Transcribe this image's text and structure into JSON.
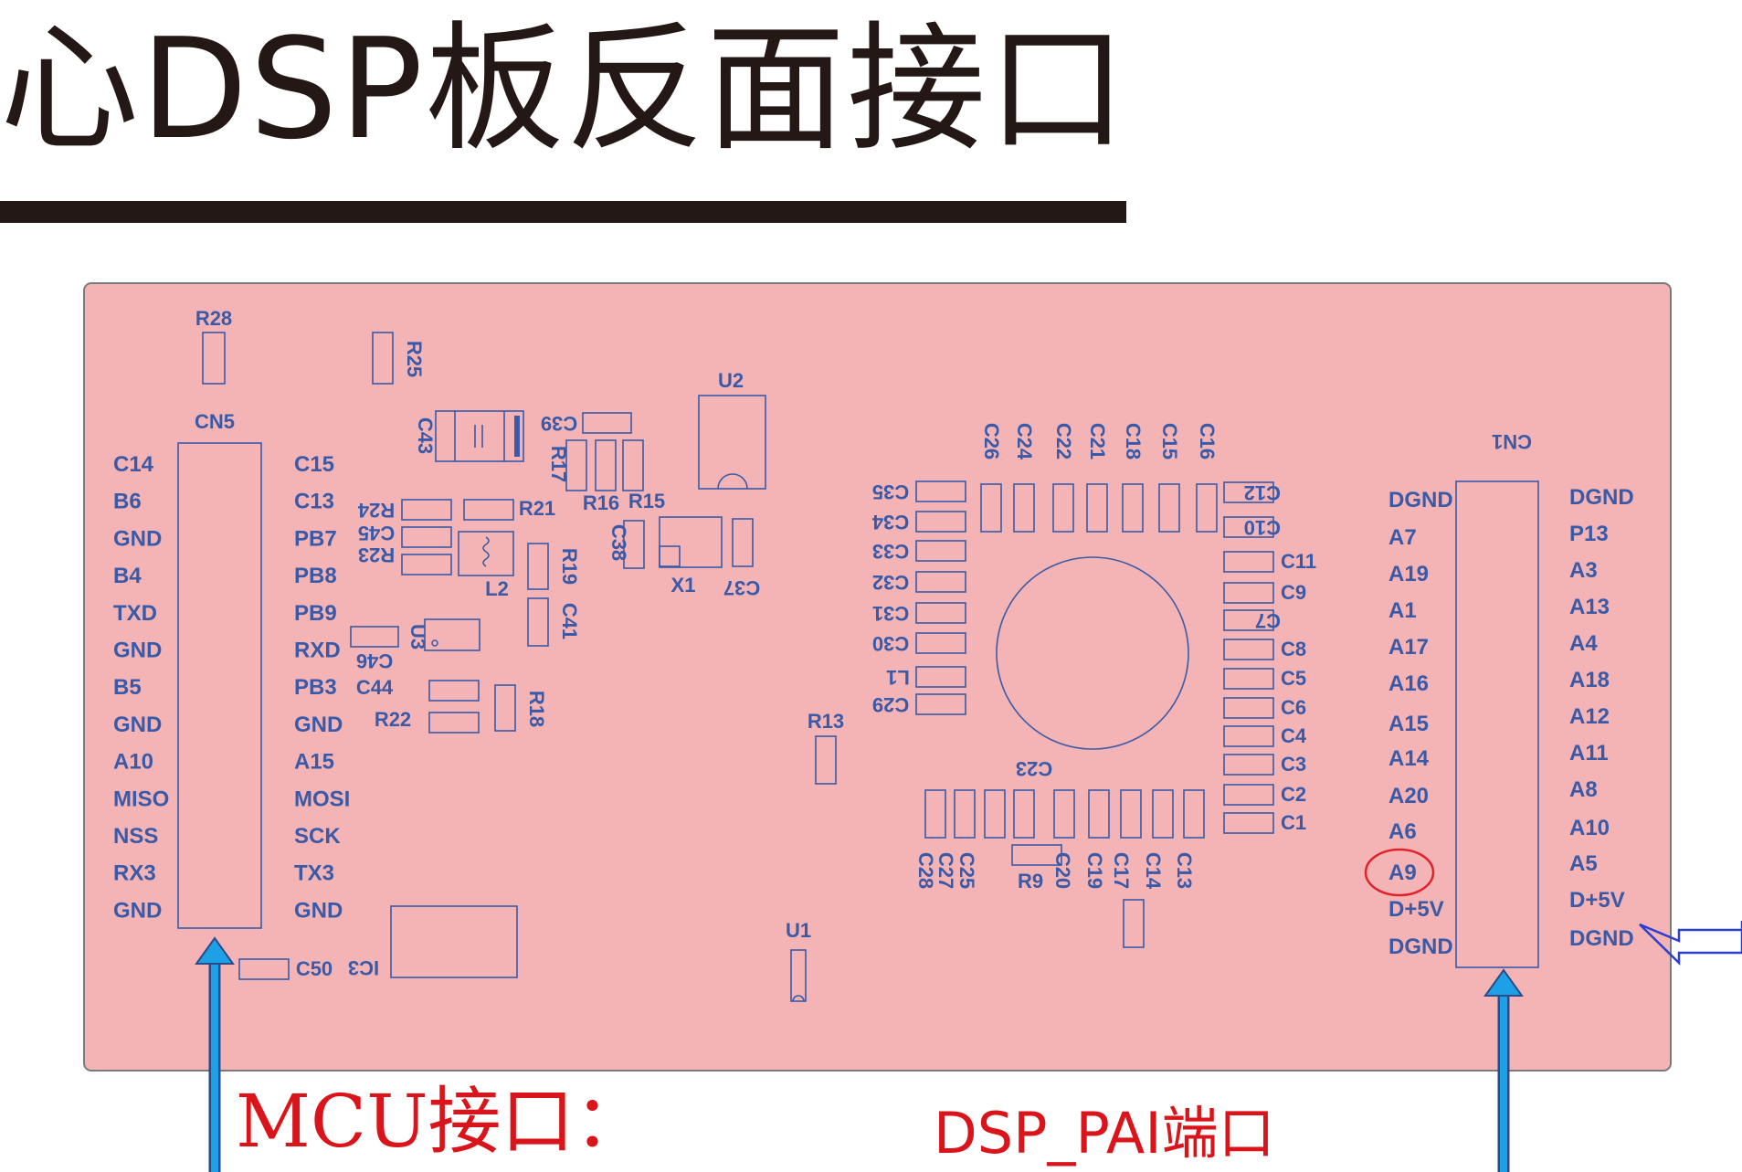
{
  "title": "心DSP板反面接口",
  "colors": {
    "board_fill": "#f4b4b5",
    "board_stroke": "#7a7a7a",
    "label": "#3a5aa8",
    "arrow_cyan": "#1ea0e6",
    "arrow_outline": "#2c3fd1",
    "highlight": "#e0232a",
    "caption": "#d9141b",
    "title": "#231815"
  },
  "cn5": {
    "name": "CN5",
    "left_pins": [
      "C14",
      "B6",
      "GND",
      "B4",
      "TXD",
      "GND",
      "B5",
      "GND",
      "A10",
      "MISO",
      "NSS",
      "RX3",
      "GND"
    ],
    "right_pins": [
      "C15",
      "C13",
      "PB7",
      "PB8",
      "PB9",
      "RXD",
      "PB3",
      "GND",
      "A15",
      "MOSI",
      "SCK",
      "TX3",
      "GND"
    ]
  },
  "cn1": {
    "name": "CN1",
    "left_pins": [
      "DGND",
      "A7",
      "A19",
      "A1",
      "A17",
      "A16",
      "A15",
      "A14",
      "A20",
      "A6",
      "A9",
      "D+5V",
      "DGND"
    ],
    "right_pins": [
      "DGND",
      "P13",
      "A3",
      "A13",
      "A4",
      "A18",
      "A12",
      "A11",
      "A8",
      "A10",
      "A5",
      "D+5V",
      "DGND"
    ],
    "highlighted_pin": "A9"
  },
  "components": {
    "R28": "R28",
    "R25": "R25",
    "C43": "C43",
    "C39": "C39",
    "R17": "R17",
    "U2": "U2",
    "R24": "R24",
    "R21": "R21",
    "R16": "R16",
    "R15": "R15",
    "C45": "C45",
    "R23": "R23",
    "C38": "C38",
    "R19": "R19",
    "L2": "L2",
    "X1": "X1",
    "C37": "C37",
    "C41": "C41",
    "U3": "U3",
    "C46": "C46",
    "C44": "C44",
    "R18": "R18",
    "R22": "R22",
    "R13": "R13",
    "C50": "C50",
    "IC3": "IC3",
    "U1": "U1",
    "R9": "R9",
    "C23": "C23",
    "L1": "L1",
    "c_top": [
      "C26",
      "C24",
      "C22",
      "C21",
      "C18",
      "C15",
      "C16"
    ],
    "c_left": [
      "C35",
      "C34",
      "C33",
      "C32",
      "C31",
      "C30",
      "C29"
    ],
    "c_right": [
      "C12",
      "C10",
      "C11",
      "C9",
      "C7",
      "C8",
      "C5",
      "C6",
      "C4",
      "C3",
      "C2",
      "C1"
    ],
    "c_bottom": [
      "C28",
      "C27",
      "C25",
      "C20",
      "C19",
      "C17",
      "C14",
      "C13"
    ]
  },
  "captions": {
    "mcu": "MCU接口：",
    "dsp": "DSP_PAI端口"
  }
}
